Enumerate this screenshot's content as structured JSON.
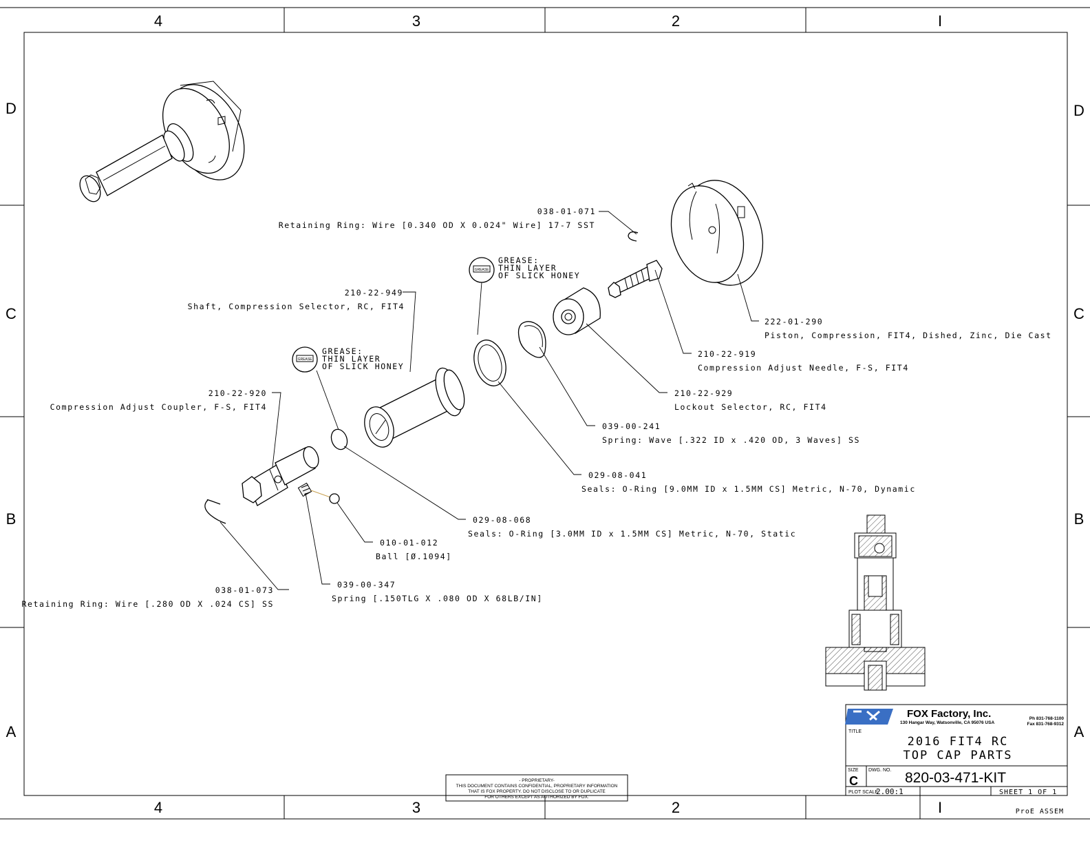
{
  "zones": {
    "top": [
      "4",
      "3",
      "2",
      "I"
    ],
    "bottom": [
      "4",
      "3",
      "2",
      "I"
    ],
    "left": [
      "D",
      "C",
      "B",
      "A"
    ],
    "right": [
      "D",
      "C",
      "B",
      "A"
    ]
  },
  "callouts": [
    {
      "pn": "038-01-071",
      "desc": "Retaining Ring: Wire [0.340 OD X 0.024\" Wire] 17-7 SST"
    },
    {
      "pn": "210-22-949",
      "desc": "Shaft, Compression Selector, RC, FIT4"
    },
    {
      "pn": "210-22-920",
      "desc": "Compression Adjust Coupler, F-S, FIT4"
    },
    {
      "pn": "222-01-290",
      "desc": "Piston, Compression, FIT4, Dished, Zinc, Die Cast"
    },
    {
      "pn": "210-22-919",
      "desc": "Compression Adjust Needle, F-S, FIT4"
    },
    {
      "pn": "210-22-929",
      "desc": "Lockout Selector, RC, FIT4"
    },
    {
      "pn": "039-00-241",
      "desc": "Spring: Wave [.322 ID x .420 OD, 3 Waves] SS"
    },
    {
      "pn": "029-08-041",
      "desc": "Seals: O-Ring [9.0MM ID x 1.5MM CS] Metric, N-70, Dynamic"
    },
    {
      "pn": "029-08-068",
      "desc": "Seals: O-Ring [3.0MM ID x 1.5MM CS] Metric, N-70, Static"
    },
    {
      "pn": "010-01-012",
      "desc": "Ball [Ø.1094]"
    },
    {
      "pn": "039-00-347",
      "desc": "Spring [.150TLG X .080 OD X 68LB/IN]"
    },
    {
      "pn": "038-01-073",
      "desc": "Retaining Ring: Wire [.280 OD X .024 CS] SS"
    }
  ],
  "grease_notes": [
    {
      "icon": "GREASE",
      "lines": [
        "GREASE:",
        "THIN LAYER",
        "OF SLICK HONEY"
      ]
    },
    {
      "icon": "GREASE",
      "lines": [
        "GREASE:",
        "THIN LAYER",
        "OF SLICK HONEY"
      ]
    }
  ],
  "proprietary": [
    "- PROPRIETARY-",
    "THIS DOCUMENT CONTAINS CONFIDENTIAL, PROPRIETARY INFORMATION",
    "THAT IS FOX PROPERTY.  DO NOT DISCLOSE TO OR DUPLICATE",
    "FOR OTHERS EXCEPT AS AUTHORIZED BY FOX."
  ],
  "title_block": {
    "company": "FOX Factory, Inc.",
    "address": "130 Hangar Way, Watsonville, CA 95076 USA",
    "phone": "Ph 831-768-1100",
    "fax": "Fax 831-768-9312",
    "title_label": "TITLE",
    "title_line1": "2016 FIT4 RC",
    "title_line2": "TOP CAP PARTS",
    "size_label": "SIZE",
    "size": "C",
    "dwg_no_label": "DWG. NO.",
    "dwg_no": "820-03-471-KIT",
    "plot_scale_label": "PLOT SCALE",
    "plot_scale": "2.00:1",
    "sheet": "SHEET 1 OF 1",
    "cad": "ProE ASSEM"
  },
  "colors": {
    "logo": "#3a6fc4",
    "line": "#000000"
  }
}
